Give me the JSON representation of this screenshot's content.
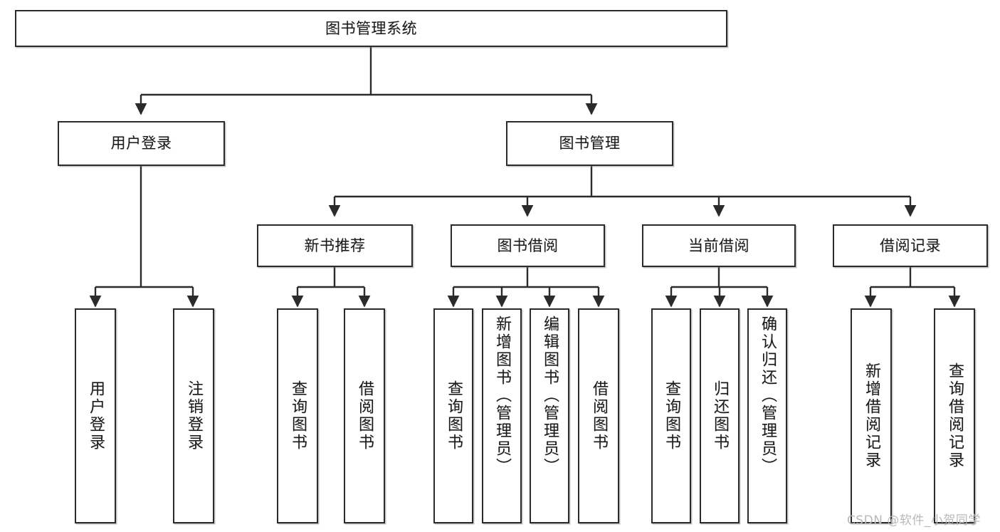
{
  "diagram": {
    "title": "图书管理系统",
    "type": "功能结构图",
    "root": {
      "label": "图书管理系统"
    },
    "level2": [
      {
        "label": "用户登录"
      },
      {
        "label": "图书管理"
      }
    ],
    "level3": [
      {
        "label": "新书推荐"
      },
      {
        "label": "图书借阅"
      },
      {
        "label": "当前借阅"
      },
      {
        "label": "借阅记录"
      }
    ],
    "leaves": {
      "user_login": [
        {
          "label": "用户登录"
        },
        {
          "label": "注销登录"
        }
      ],
      "new_book_recommend": [
        {
          "label": "查询图书"
        },
        {
          "label": "借阅图书"
        }
      ],
      "book_borrow": [
        {
          "label": "查询图书"
        },
        {
          "label": "新增图书（管理员）"
        },
        {
          "label": "编辑图书（管理员）"
        },
        {
          "label": "借阅图书"
        }
      ],
      "current_borrow": [
        {
          "label": "查询图书"
        },
        {
          "label": "归还图书"
        },
        {
          "label": "确认归还（管理员）"
        }
      ],
      "borrow_record": [
        {
          "label": "新增借阅记录"
        },
        {
          "label": "查询借阅记录"
        }
      ]
    }
  },
  "watermark": {
    "text": "CSDN @软件_小贺同学"
  },
  "colors": {
    "border": "#2b2b2b",
    "text": "#1a1a1a",
    "background": "#ffffff",
    "watermark": "#b9b9b9"
  }
}
